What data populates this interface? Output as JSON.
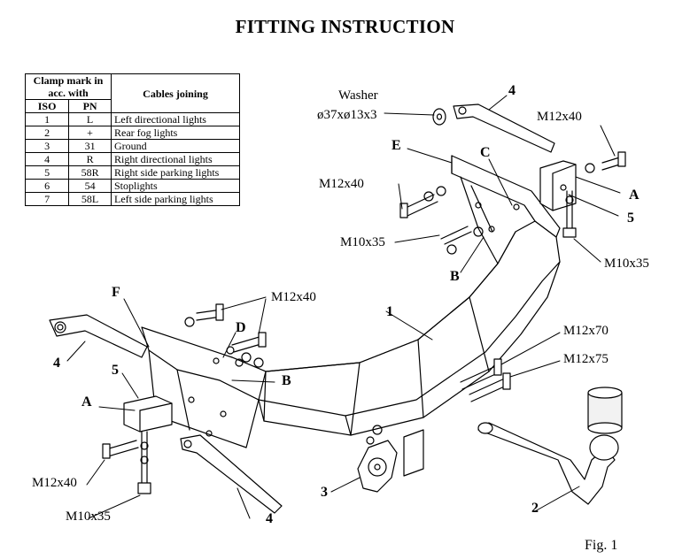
{
  "title": "FITTING INSTRUCTION",
  "table": {
    "header_clamp": "Clamp mark in acc. with",
    "header_cables": "Cables joining",
    "header_iso": "ISO",
    "header_pn": "PN",
    "rows": [
      {
        "iso": "1",
        "pn": "L",
        "desc": "Left directional lights"
      },
      {
        "iso": "2",
        "pn": "+",
        "desc": "Rear fog lights"
      },
      {
        "iso": "3",
        "pn": "31",
        "desc": "Ground"
      },
      {
        "iso": "4",
        "pn": "R",
        "desc": "Right directional lights"
      },
      {
        "iso": "5",
        "pn": "58R",
        "desc": "Right side parking lights"
      },
      {
        "iso": "6",
        "pn": "54",
        "desc": "Stoplights"
      },
      {
        "iso": "7",
        "pn": "58L",
        "desc": "Left side parking lights"
      }
    ]
  },
  "labels": {
    "washer": "Washer",
    "washer_size": "ø37xø13x3",
    "m12x40_top": "M12x40",
    "m12x40_right": "M12x40",
    "m10x35_right": "M10x35",
    "m10x35_mid": "M10x35",
    "m12x40_mid": "M12x40",
    "m12x70": "M12x70",
    "m12x75": "M12x75",
    "m12x40_left": "M12x40",
    "m10x35_left": "M10x35",
    "letter_e": "E",
    "letter_c": "C",
    "letter_a_right": "A",
    "letter_b_right": "B",
    "letter_f": "F",
    "letter_d": "D",
    "letter_b_left": "B",
    "letter_a_left": "A",
    "num_4_top": "4",
    "num_5_right": "5",
    "num_1": "1",
    "num_4_left": "4",
    "num_5_left": "5",
    "num_3": "3",
    "num_2": "2",
    "num_4_bottom": "4",
    "fig": "Fig. 1"
  }
}
